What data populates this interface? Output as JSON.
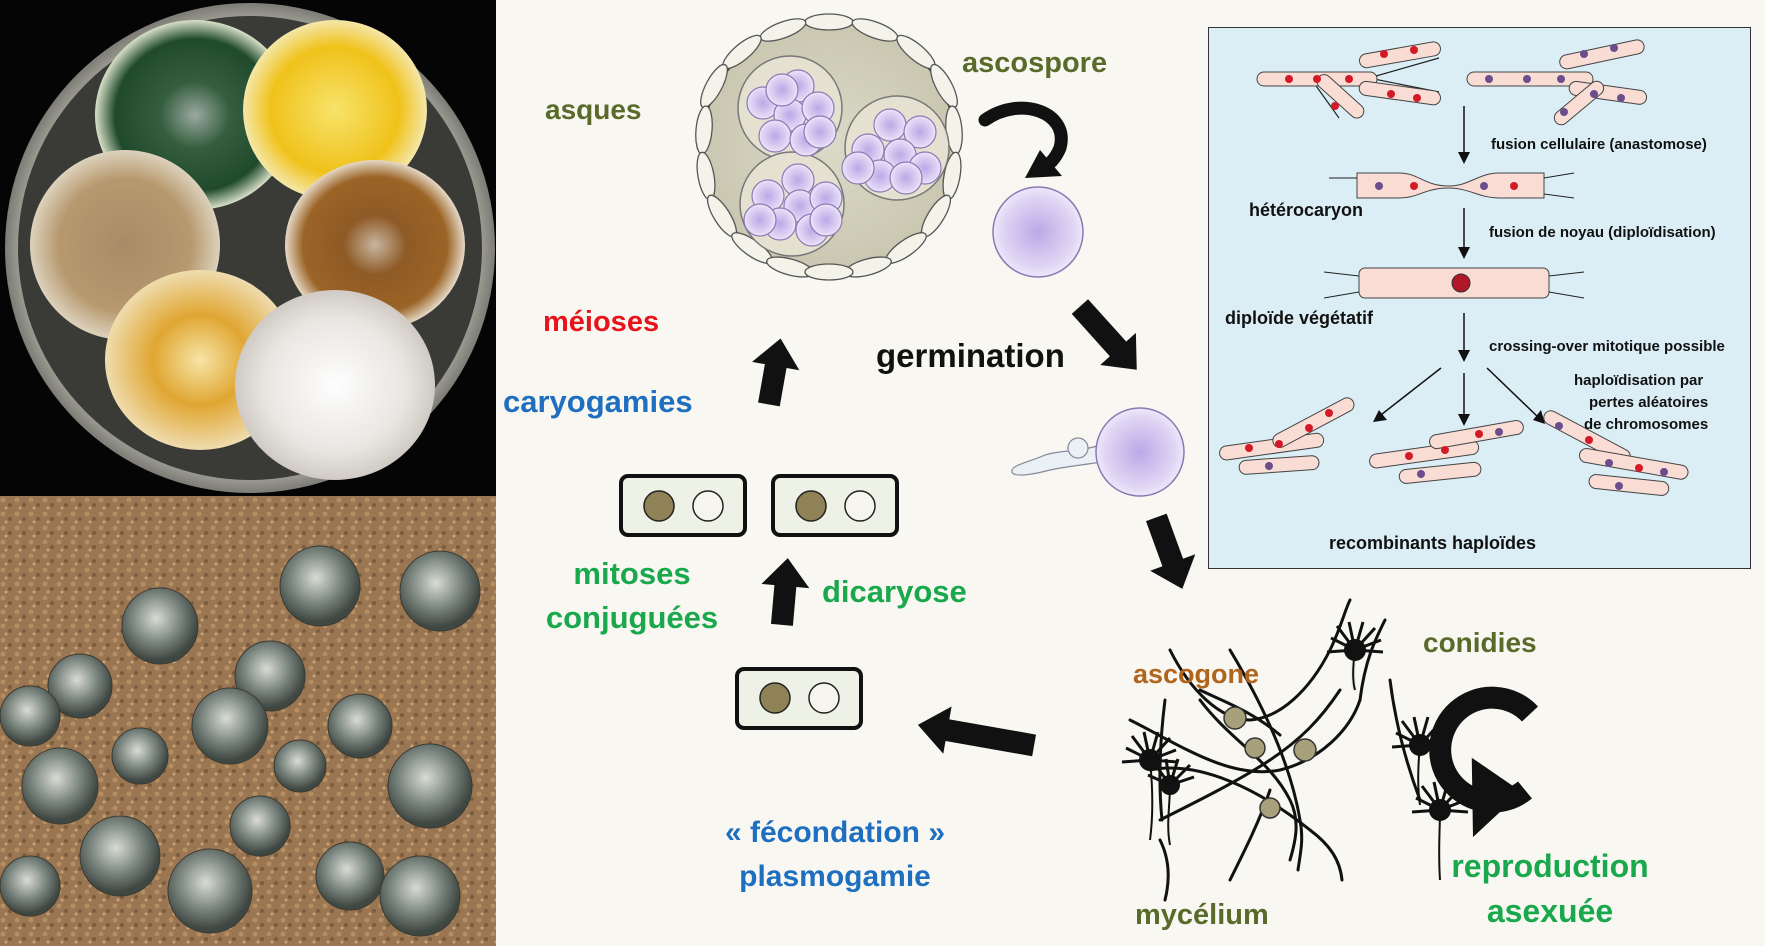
{
  "labels": {
    "asques": "asques",
    "ascospore": "ascospore",
    "meioses": "méioses",
    "germination": "germination",
    "caryogamies": "caryogamies",
    "mitoses": "mitoses",
    "conjuguees": "conjuguées",
    "dicaryose": "dicaryose",
    "fecondation": "« fécondation »",
    "plasmogamie": "plasmogamie",
    "ascogone": "ascogone",
    "conidies": "conidies",
    "mycelium": "mycélium",
    "reproduction": "reproduction",
    "asexuee": "asexuée"
  },
  "parasexual_panel": {
    "fusion_cellulaire": "fusion cellulaire (anastomose)",
    "heterocaryon": "hétérocaryon",
    "fusion_noyau": "fusion de noyau (diploïdisation)",
    "diploide": "diploïde végétatif",
    "crossing_over": "crossing-over mitotique possible",
    "haploidisation_1": "haploïdisation par",
    "haploidisation_2": "pertes aléatoires",
    "haploidisation_3": "de chromosomes",
    "recombinants": "recombinants haploïdes"
  },
  "colors": {
    "olive": "#5a6a2a",
    "red": "#e8141b",
    "blue": "#1f6fc0",
    "green": "#19a84c",
    "brown": "#b0651c",
    "spore": "#c9bbe8",
    "panel_bg": "#dbeef6"
  }
}
